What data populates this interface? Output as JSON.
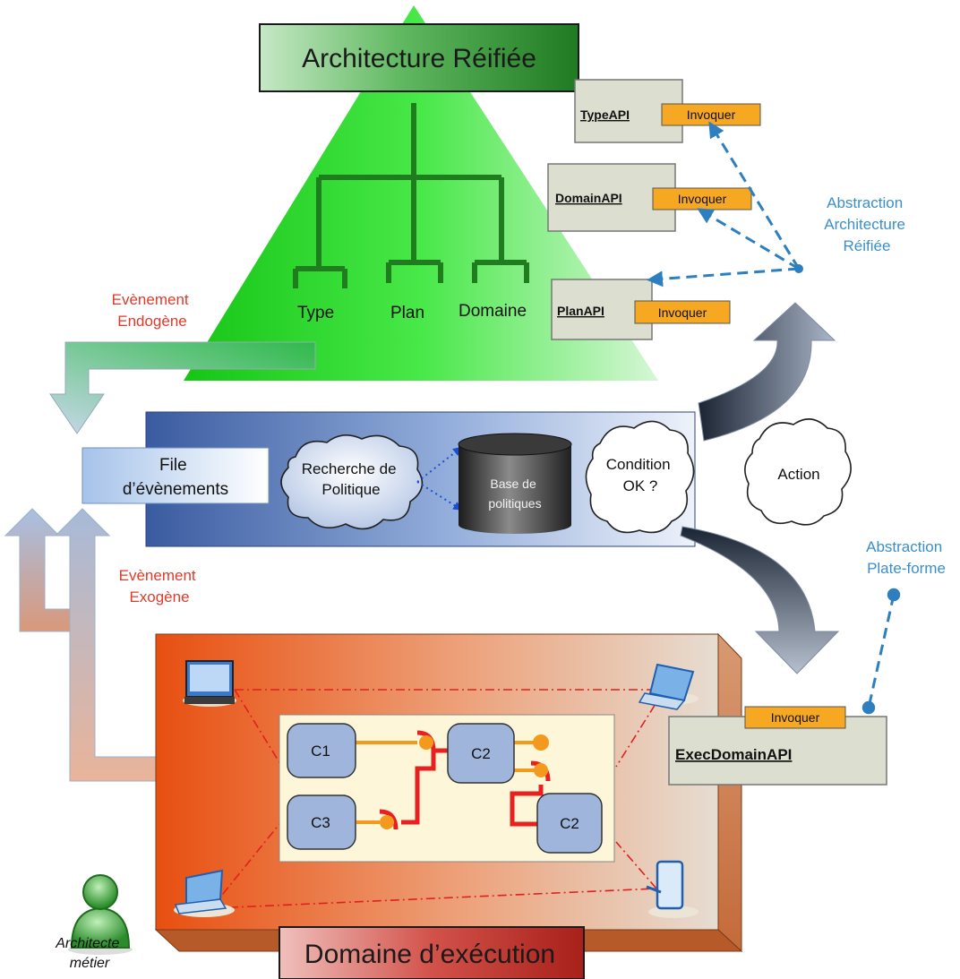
{
  "top_title": "Architecture Réifiée",
  "bottom_title": "Domaine d’exécution",
  "tree_leaves": [
    "Type",
    "Plan",
    "Domaine"
  ],
  "apis": [
    {
      "name": "TypeAPI",
      "action": "Invoquer"
    },
    {
      "name": "DomainAPI",
      "action": "Invoquer"
    },
    {
      "name": "PlanAPI",
      "action": "Invoquer"
    }
  ],
  "exec_api": {
    "name": "ExecDomainAPI",
    "action": "Invoquer"
  },
  "abstraction_arch": [
    "Abstraction",
    "Architecture",
    "Réifiée"
  ],
  "abstraction_platform": [
    "Abstraction",
    "Plate-forme"
  ],
  "event_endogene": [
    "Evènement",
    "Endogène"
  ],
  "event_exogene": [
    "Evènement",
    "Exogène"
  ],
  "event_queue": [
    "File",
    "d’évènements"
  ],
  "policy_search": [
    "Recherche de",
    "Politique"
  ],
  "policy_base": [
    "Base de",
    "politiques"
  ],
  "condition": [
    "Condition",
    "OK ?"
  ],
  "action": "Action",
  "components": [
    "C1",
    "C2",
    "C3",
    "C2"
  ],
  "actor": [
    "Architecte",
    "métier"
  ],
  "colors": {
    "pyramid": "#33dd33",
    "title_green": "#2f8f2f",
    "policy_blue": "#3b5fa6",
    "domain_orange": "#ea5a18",
    "title_red": "#c0302a",
    "invoquer": "#f7a823",
    "api_box": "#dcdfcf",
    "dashed_blue": "#2e7fbf"
  }
}
